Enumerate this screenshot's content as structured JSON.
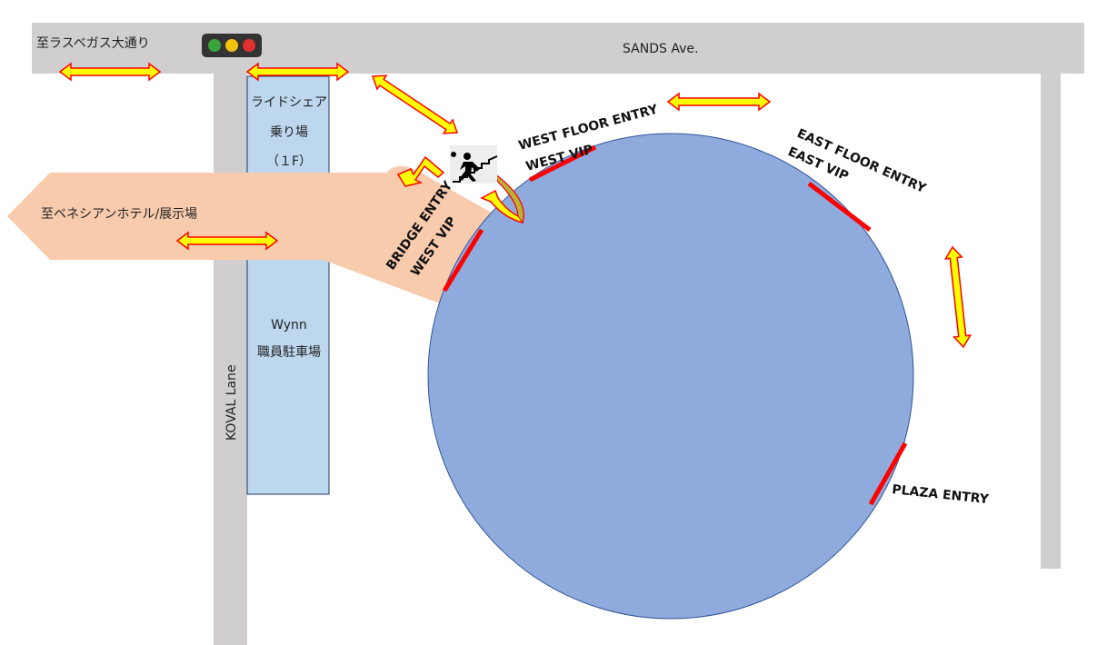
{
  "streets": {
    "sands": "SANDS Ave.",
    "koval": "KOVAL Lane",
    "to_las_vegas_blvd": "至ラスベガス大通り"
  },
  "rideshare": {
    "line1": "ライドシェア",
    "line2": "乗り場",
    "line3": "（１F）"
  },
  "parking": {
    "line1": "Wynn",
    "line2": "職員駐車場"
  },
  "bridge": {
    "to_venetian": "至ベネシアンホテル/展示場"
  },
  "entries": {
    "west_floor": "WEST FLOOR ENTRY",
    "west_vip_top": "WEST VIP",
    "east_floor": "EAST FLOOR ENTRY",
    "east_vip": "EAST VIP",
    "bridge_entry": "BRIDGE ENTRY",
    "bridge_west_vip": "WEST VIP",
    "plaza": "PLAZA ENTRY"
  },
  "colors": {
    "road": "#d0cece",
    "parking": "#bdd7ee",
    "bridge": "#f8cbad",
    "building": "#8faadc",
    "entry_marker": "#ff0000",
    "arrow_fill": "#ffff00",
    "arrow_stroke": "#ff0000"
  }
}
